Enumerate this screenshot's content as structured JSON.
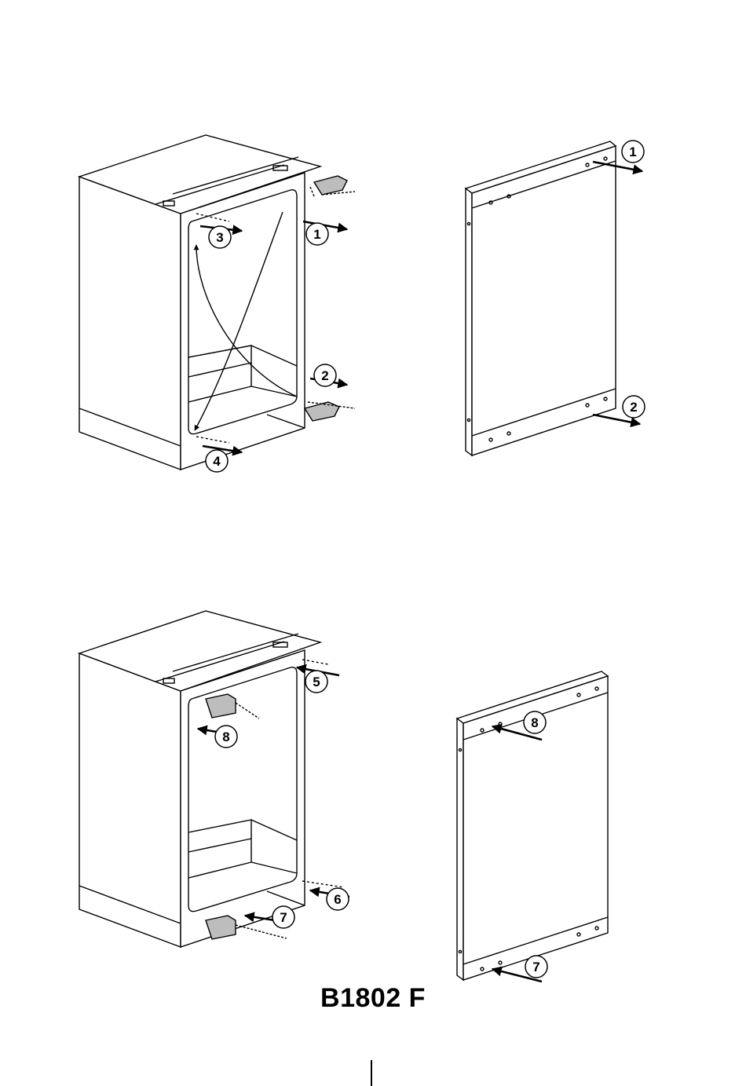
{
  "model_label": "B1802 F",
  "callouts": {
    "top_cabinet": {
      "c1": "1",
      "c2": "2",
      "c3": "3",
      "c4": "4"
    },
    "top_door": {
      "c1": "1",
      "c2": "2"
    },
    "bottom_cabinet": {
      "c5": "5",
      "c6": "6",
      "c7": "7",
      "c8": "8"
    },
    "bottom_door": {
      "c8": "8",
      "c7": "7"
    }
  }
}
